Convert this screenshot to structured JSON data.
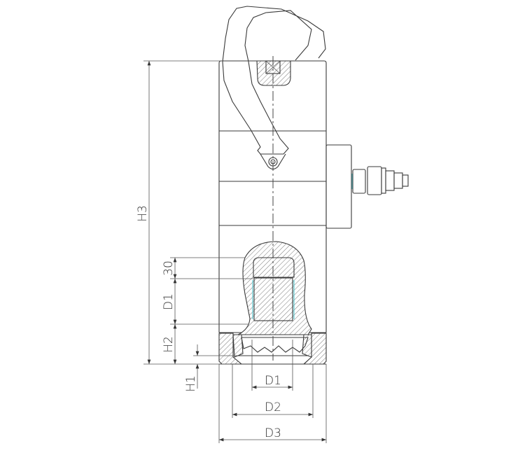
{
  "drawing": {
    "dimensions": {
      "h3": "H3",
      "d30": "30",
      "d1_vertical": "D1",
      "h2": "H2",
      "h1": "H1",
      "d1": "D1",
      "d2": "D2",
      "d3": "D3"
    },
    "colors": {
      "line": "#3a3a3a",
      "accent_seal": "#5fc8d0"
    }
  }
}
